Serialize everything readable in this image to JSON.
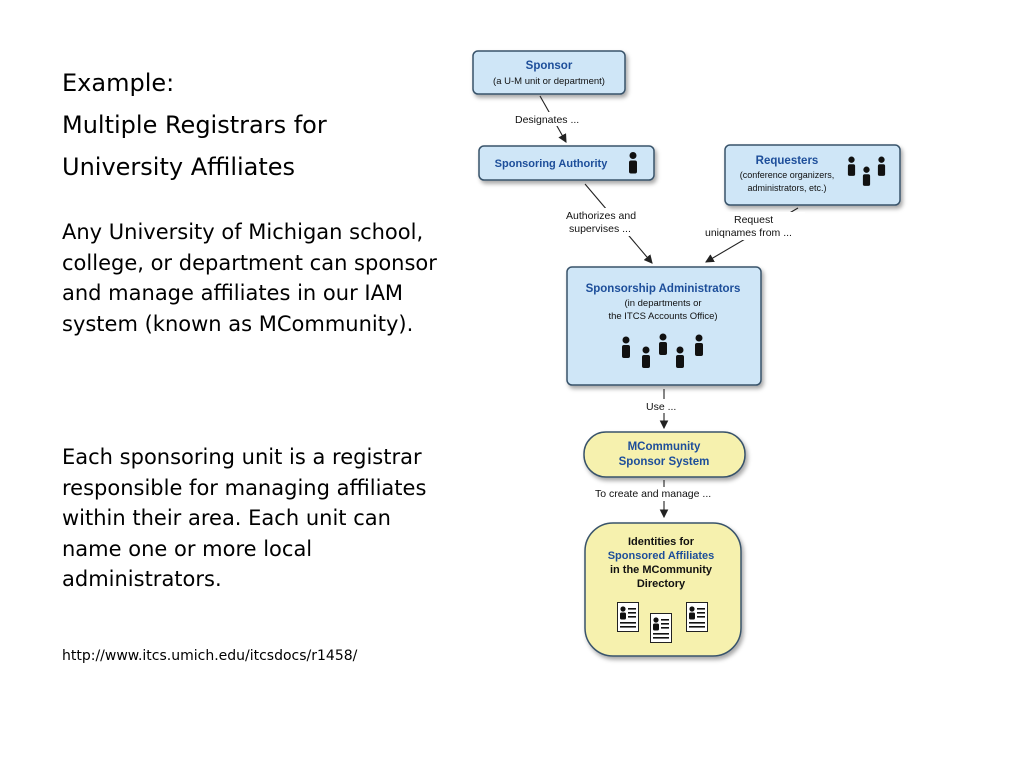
{
  "slide": {
    "title_lines": [
      "Example:",
      "Multiple Registrars for",
      "University Affiliates"
    ],
    "paragraph1": "Any University of Michigan school, college, or department can sponsor and manage affiliates in our IAM system (known as MCommunity).",
    "paragraph2": "Each sponsoring unit is a registrar responsible for managing affiliates within their area.  Each unit can name one or more local administrators.",
    "url": "http://www.itcs.umich.edu/itcsdocs/r1458/"
  },
  "diagram": {
    "colors": {
      "box_fill": "#cfe6f7",
      "box_stroke": "#39536b",
      "title_blue": "#1d4e9a",
      "pill_fill": "#f6f1ae",
      "person": "#111111"
    },
    "sponsor": {
      "title": "Sponsor",
      "subtitle": "(a U-M unit or department)"
    },
    "edge_designates": "Designates ...",
    "sponsoring_authority": {
      "title": "Sponsoring Authority",
      "icon": "person-icon"
    },
    "requesters": {
      "title": "Requesters",
      "subtitle_line1": "(conference organizers,",
      "subtitle_line2": "administrators, etc.)",
      "icon": "people-icon"
    },
    "edge_authorizes_line1": "Authorizes and",
    "edge_authorizes_line2": "supervises ...",
    "edge_request_line1": "Request",
    "edge_request_line2": "uniqnames from ...",
    "sponsorship_admins": {
      "title": "Sponsorship Administrators",
      "subtitle_line1": "(in departments or",
      "subtitle_line2": "the ITCS Accounts Office)",
      "icon": "people-icon"
    },
    "edge_use": "Use ...",
    "mcommunity": {
      "line1": "MCommunity",
      "line2": "Sponsor System"
    },
    "edge_create": "To create and manage ...",
    "identities": {
      "line1": "Identities for",
      "line2": "Sponsored Affiliates",
      "line3": "in the MCommunity",
      "line4": "Directory",
      "icon": "id-card-icon"
    }
  }
}
